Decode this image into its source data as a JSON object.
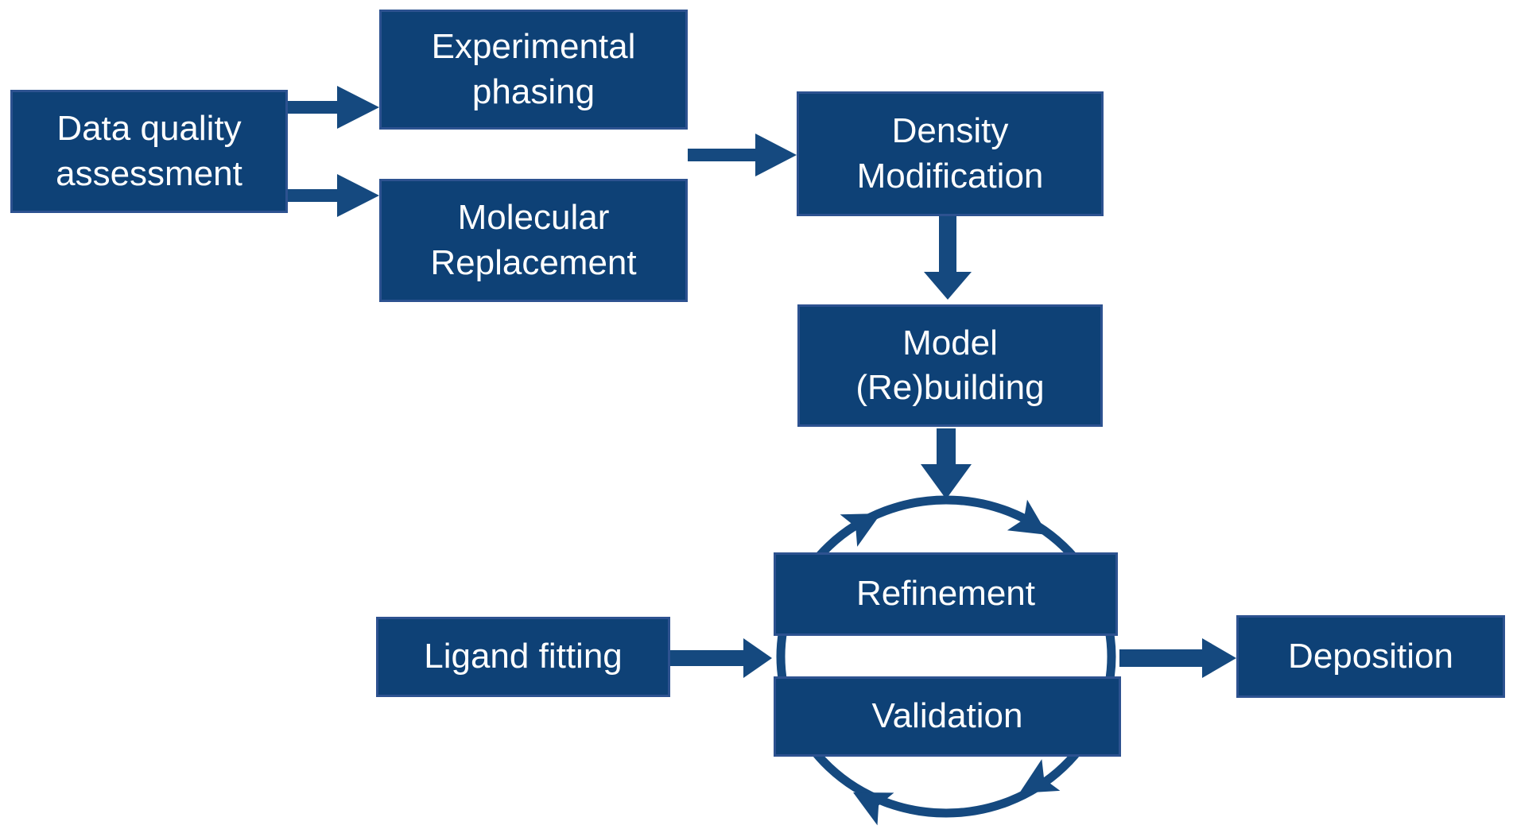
{
  "colors": {
    "box-fill": "#0e4176",
    "box-border": "#2d5290",
    "arrow-fill": "#15497f",
    "text": "#ffffff",
    "background": "#ffffff"
  },
  "nodes": {
    "data_quality": {
      "line1": "Data quality",
      "line2": "assessment"
    },
    "experimental_phasing": {
      "line1": "Experimental",
      "line2": "phasing"
    },
    "molecular_replacement": {
      "line1": "Molecular",
      "line2": "Replacement"
    },
    "density_modification": {
      "line1": "Density",
      "line2": "Modification"
    },
    "model_rebuilding": {
      "line1": "Model",
      "line2": "(Re)building"
    },
    "refinement": {
      "label": "Refinement"
    },
    "validation": {
      "label": "Validation"
    },
    "ligand_fitting": {
      "label": "Ligand fitting"
    },
    "deposition": {
      "label": "Deposition"
    }
  },
  "flow": [
    {
      "from": "Data quality assessment",
      "to": "Experimental phasing"
    },
    {
      "from": "Data quality assessment",
      "to": "Molecular Replacement"
    },
    {
      "from": "Experimental phasing / Molecular Replacement",
      "to": "Density Modification"
    },
    {
      "from": "Density Modification",
      "to": "Model (Re)building"
    },
    {
      "from": "Model (Re)building",
      "to": "Refinement/Validation cycle"
    },
    {
      "from": "Ligand fitting",
      "to": "Refinement/Validation cycle"
    },
    {
      "from": "Refinement/Validation cycle",
      "to": "Deposition"
    }
  ],
  "cycle": {
    "members": [
      "Refinement",
      "Validation"
    ],
    "direction": "clockwise",
    "arrowheads": 4
  }
}
